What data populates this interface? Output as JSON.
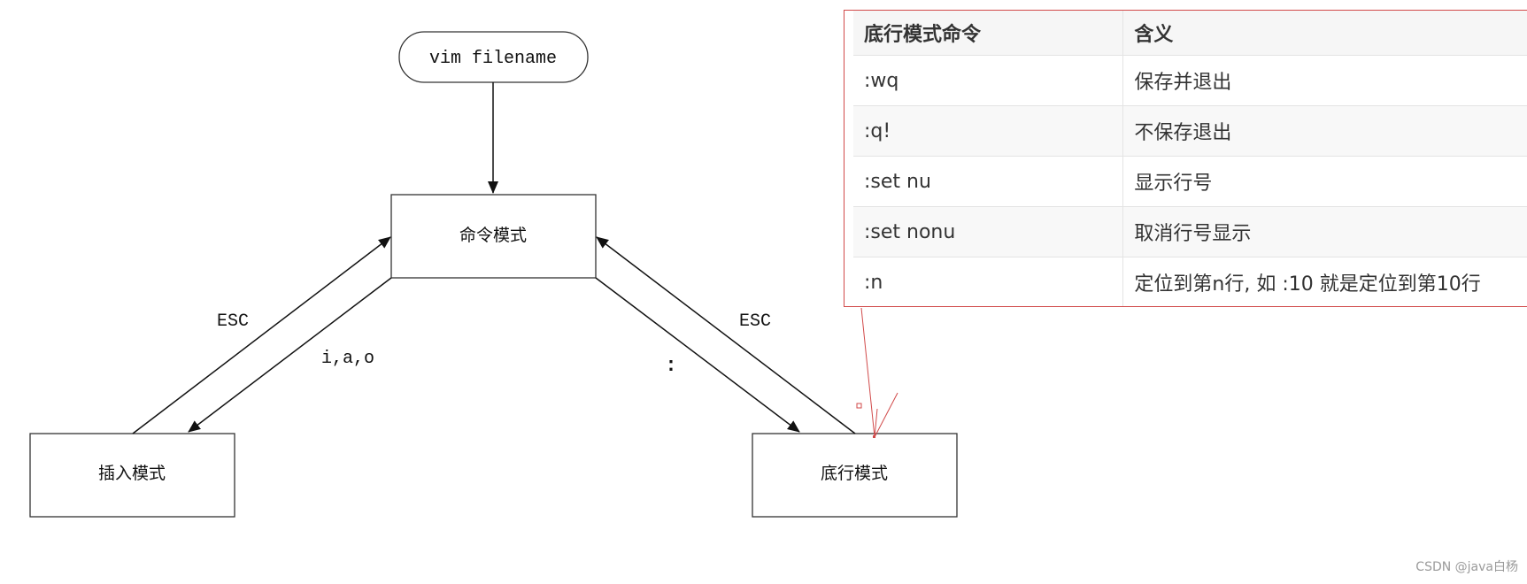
{
  "diagram": {
    "start_node": "vim filename",
    "nodes": {
      "command_mode": "命令模式",
      "insert_mode": "插入模式",
      "lastline_mode": "底行模式"
    },
    "edge_labels": {
      "insert_to_command": "ESC",
      "command_to_insert": "i,a,o",
      "command_to_lastline": ":",
      "lastline_to_command": "ESC"
    }
  },
  "table": {
    "headers": {
      "command": "底行模式命令",
      "meaning": "含义"
    },
    "rows": [
      {
        "command": ":wq",
        "meaning": "保存并退出"
      },
      {
        "command": ":q!",
        "meaning": "不保存退出"
      },
      {
        "command": ":set nu",
        "meaning": "显示行号"
      },
      {
        "command": ":set nonu",
        "meaning": "取消行号显示"
      },
      {
        "command": ":n",
        "meaning": "定位到第n行, 如 :10 就是定位到第10行"
      }
    ]
  },
  "watermark": "CSDN @java白杨",
  "colors": {
    "table_border": "#d14a4a",
    "annotation_red": "#d14a4a",
    "line": "#111111"
  }
}
